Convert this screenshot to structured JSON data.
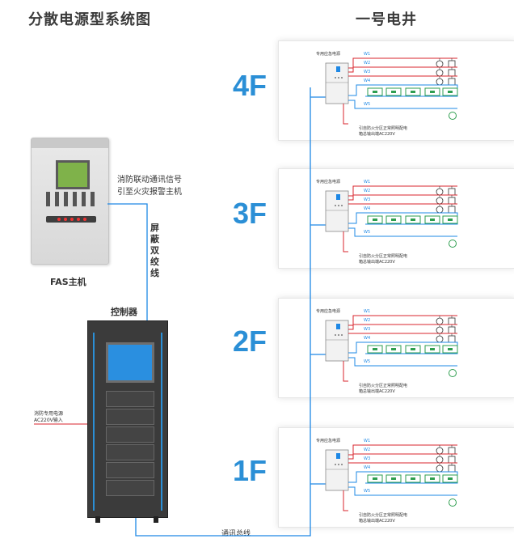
{
  "title": "分散电源型系统图",
  "shaft_title": "一号电井",
  "fas": {
    "label": "FAS主机",
    "signal_line1": "消防联动通讯信号",
    "signal_line2": "引至火灾报警主机",
    "cable_label": "屏蔽双绞线"
  },
  "controller": {
    "label": "控制器",
    "power_line1": "消防专用电源",
    "power_line2": "AC220V输入"
  },
  "bus_label": "通讯总线",
  "floors": [
    {
      "name": "4F",
      "box_label": "专用应急电源",
      "wires": [
        "W1",
        "W2",
        "W3",
        "W4",
        "W5"
      ],
      "note_line1": "引自防火分区正常照明配电",
      "note_line2": "箱总输出端AC220V"
    },
    {
      "name": "3F",
      "box_label": "专用应急电源",
      "wires": [
        "W1",
        "W2",
        "W3",
        "W4",
        "W5"
      ],
      "note_line1": "引自防火分区正常照明配电",
      "note_line2": "箱总输出端AC220V"
    },
    {
      "name": "2F",
      "box_label": "专用应急电源",
      "wires": [
        "W1",
        "W2",
        "W3",
        "W4",
        "W5"
      ],
      "note_line1": "引自防火分区正常照明配电",
      "note_line2": "箱总输出端AC220V"
    },
    {
      "name": "1F",
      "box_label": "专用应急电源",
      "wires": [
        "W1",
        "W2",
        "W3",
        "W4",
        "W5"
      ],
      "note_line1": "引自防火分区正常照明配电",
      "note_line2": "箱总输出端AC220V"
    }
  ],
  "colors": {
    "accent_blue": "#2b8fd6",
    "wire_red": "#d9262c",
    "wire_blue": "#1e88e5",
    "exit_green": "#2e9e4f",
    "cabinet_dark": "#3b3b3b"
  }
}
